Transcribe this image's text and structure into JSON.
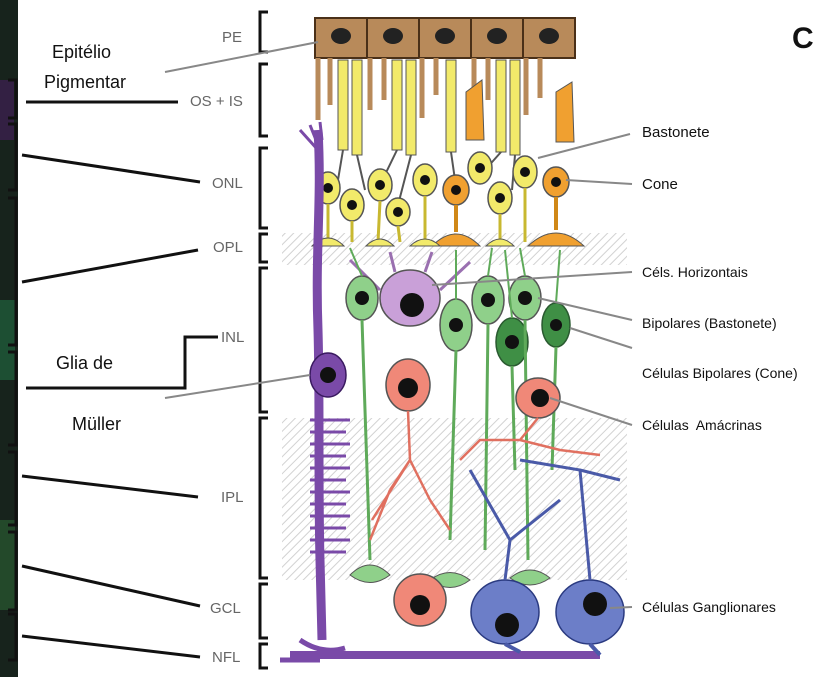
{
  "panel_letter": "C",
  "left_labels": {
    "pigment_line1": "Epitélio",
    "pigment_line2": "Pigmentar",
    "muller_line1": "Glia de",
    "muller_line2": "Müller"
  },
  "layers": [
    "PE",
    "OS + IS",
    "ONL",
    "OPL",
    "INL",
    "IPL",
    "GCL",
    "NFL"
  ],
  "cell_labels": [
    "Bastonete",
    "Cone",
    "Céls. Horizontais",
    "Bipolares (Bastonete)",
    "Células Bipolares (Cone)",
    "Células  Amácrinas",
    "Células Ganglionares"
  ],
  "colors": {
    "pigment": "#b88a5a",
    "rod": "#f2ea6a",
    "cone": "#f0a030",
    "horizontal": "#c9a0d8",
    "bipolar": "#8fd08a",
    "bipolar_dark": "#3f8f45",
    "amacrine": "#f08878",
    "ganglion": "#6c7ec8",
    "muller": "#7a4aa8",
    "left_strip": "#1a2a20"
  }
}
